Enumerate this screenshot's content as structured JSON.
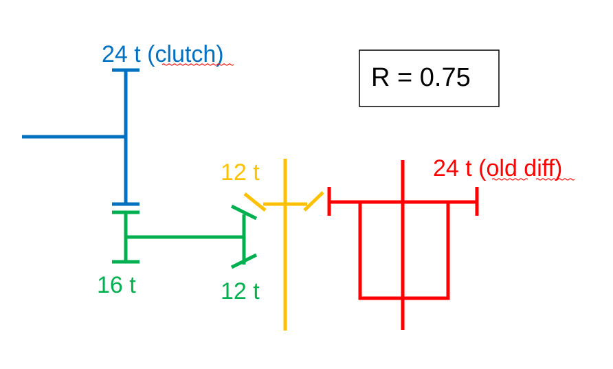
{
  "labels": {
    "clutch_gear": "24 t (clutch)",
    "green_spur": "16 t",
    "green_bevel": "12 t",
    "yellow_bevel": "12 t",
    "diff_gear": "24 t (old diff)"
  },
  "ratio_box": {
    "text": "R = 0.75"
  },
  "colors": {
    "blue": "#0070C0",
    "green": "#00B050",
    "yellow": "#FFC000",
    "red": "#FF0000",
    "spellcheck": "#FF0000",
    "box_border": "#000000"
  }
}
